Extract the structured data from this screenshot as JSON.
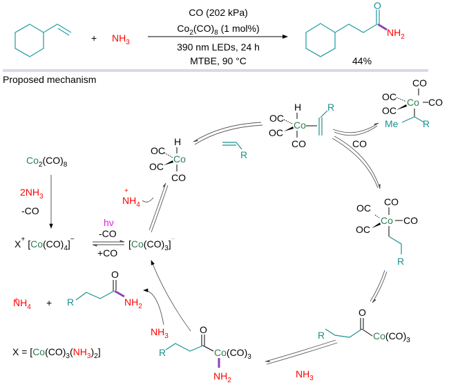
{
  "reaction": {
    "reagent_plus": "+",
    "reagent": "NH",
    "reagent_sub": "3",
    "cond_line1": "CO (202 kPa)",
    "cond_line2_a": "Co",
    "cond_line2_sub1": "2",
    "cond_line2_b": "(CO)",
    "cond_line2_sub2": "8",
    "cond_line2_c": " (1 mol%)",
    "cond_line3": "390 nm LEDs, 24 h",
    "cond_line4": "MTBE, 90 °C",
    "product_O": "O",
    "product_NH": "NH",
    "product_NH_sub": "2",
    "yield": "44%"
  },
  "section_title": "Proposed mechanism",
  "mechanism": {
    "precursor": {
      "a": "Co",
      "sub1": "2",
      "b": "(CO)",
      "sub2": "8"
    },
    "step_reagent": {
      "a": "2NH",
      "sub": "3"
    },
    "step_loss": "-CO",
    "salt": {
      "x": "X",
      "plus": "+",
      "lb": "[",
      "co": "Co",
      "b": "(CO)",
      "sub": "4",
      "rb": "]",
      "minus": "−"
    },
    "hv": "hν",
    "minus_co": "-CO",
    "plus_co": "+CO",
    "co3": {
      "lb": "[",
      "co": "Co",
      "b": "(CO)",
      "sub": "3",
      "rb": "]",
      "minus": "−"
    },
    "ammonium_top": {
      "plus": "+",
      "a": "NH",
      "sub": "4"
    },
    "hydride": {
      "oc1": "OC",
      "oc2": "OC",
      "co": "CO",
      "h": "H",
      "metal": "Co"
    },
    "alkene": {
      "r": "R"
    },
    "pi_complex": {
      "oc1": "OC",
      "oc2": "OC",
      "co": "CO",
      "h": "H",
      "metal": "Co",
      "r": "R"
    },
    "branched": {
      "oc1": "OC",
      "oc2": "OC",
      "co1": "CO",
      "co2": "CO",
      "metal": "Co",
      "me": "Me",
      "r": "R"
    },
    "co_label": "CO",
    "alkyl": {
      "oc1": "OC",
      "oc2": "OC",
      "co1": "CO",
      "co2": "CO",
      "metal": "Co",
      "r": "R"
    },
    "acyl": {
      "o": "O",
      "r": "R",
      "co": "Co",
      "b": "(CO)",
      "sub": "3"
    },
    "nh3_bottom": {
      "a": "NH",
      "sub": "3"
    },
    "amido": {
      "o": "O",
      "r": "R",
      "co": "Co",
      "b": "(CO)",
      "sub": "3",
      "nh": "NH",
      "nh_sub": "2"
    },
    "nh3_left": {
      "a": "NH",
      "sub": "3"
    },
    "products": {
      "plus_sign": "+",
      "amm_plus": "+",
      "amm": "NH",
      "amm_sub": "4",
      "r": "R",
      "o": "O",
      "nh": "NH",
      "nh_sub": "2"
    },
    "x_def": {
      "a": "X = [",
      "co": "Co",
      "b": "(CO)",
      "sub1": "3",
      "lp": "(",
      "nh": "NH",
      "nh_sub": "3",
      "rp": ")",
      "sub2": "2",
      "rb": "]"
    }
  },
  "colors": {
    "cobalt": "#2e7d4f",
    "organic": "#1a9090",
    "nitrogen": "#ff0000",
    "light": "#e020e0",
    "amide_bond": "#8a44b0"
  }
}
